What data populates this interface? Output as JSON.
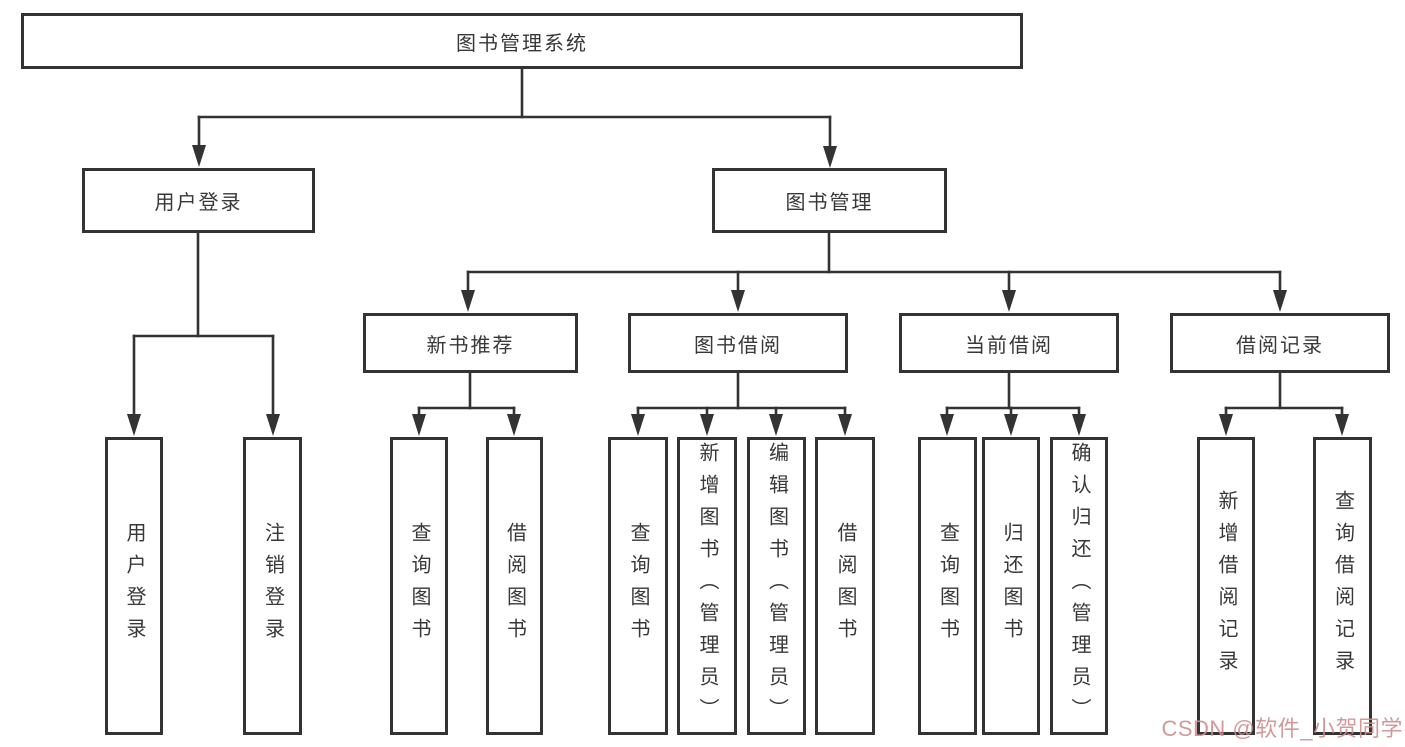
{
  "tree": {
    "root": "图书管理系统",
    "children": [
      {
        "label": "用户登录",
        "children": [
          {
            "label": "用户登录"
          },
          {
            "label": "注销登录"
          }
        ]
      },
      {
        "label": "图书管理",
        "children": [
          {
            "label": "新书推荐",
            "children": [
              {
                "label": "查询图书"
              },
              {
                "label": "借阅图书"
              }
            ]
          },
          {
            "label": "图书借阅",
            "children": [
              {
                "label": "查询图书"
              },
              {
                "label": "新增图书（管理员）"
              },
              {
                "label": "编辑图书（管理员）"
              },
              {
                "label": "借阅图书"
              }
            ]
          },
          {
            "label": "当前借阅",
            "children": [
              {
                "label": "查询图书"
              },
              {
                "label": "归还图书"
              },
              {
                "label": "确认归还（管理员）"
              }
            ]
          },
          {
            "label": "借阅记录",
            "children": [
              {
                "label": "新增借阅记录"
              },
              {
                "label": "查询借阅记录"
              }
            ]
          }
        ]
      }
    ]
  },
  "watermark": {
    "text": "CSDN @软件_小贺同学"
  },
  "colors": {
    "line": "#333333",
    "box_border": "#333333",
    "text": "#383838",
    "watermark": "#cf8e8e",
    "background": "#ffffff"
  }
}
